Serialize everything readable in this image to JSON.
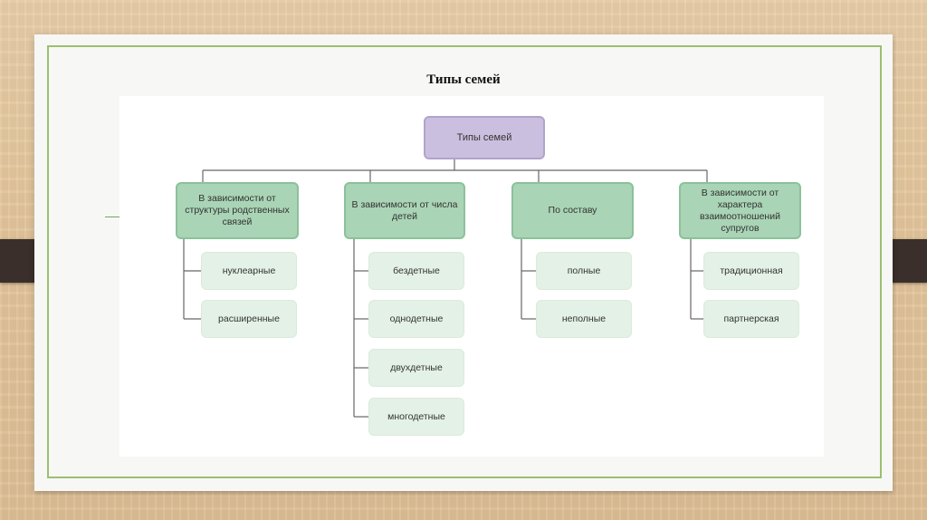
{
  "slide": {
    "title": "Типы семей"
  },
  "diagram": {
    "root": "Типы семей",
    "categories": [
      {
        "label": "В зависимости от структуры родственных связей",
        "items": [
          "нуклеарные",
          "расширенные"
        ]
      },
      {
        "label": "В зависимости от числа детей",
        "items": [
          "бездетные",
          "однодетные",
          "двухдетные",
          "многодетные"
        ]
      },
      {
        "label": "По составу",
        "items": [
          "полные",
          "неполные"
        ]
      },
      {
        "label": "В зависимости от характера взаимоотношений супругов",
        "items": [
          "традиционная",
          "партнерская"
        ]
      }
    ]
  },
  "colors": {
    "root_fill": "#cbbfdf",
    "category_fill": "#a9d4b5",
    "leaf_fill": "#e4f1e6",
    "frame_border": "#9cbf70"
  }
}
